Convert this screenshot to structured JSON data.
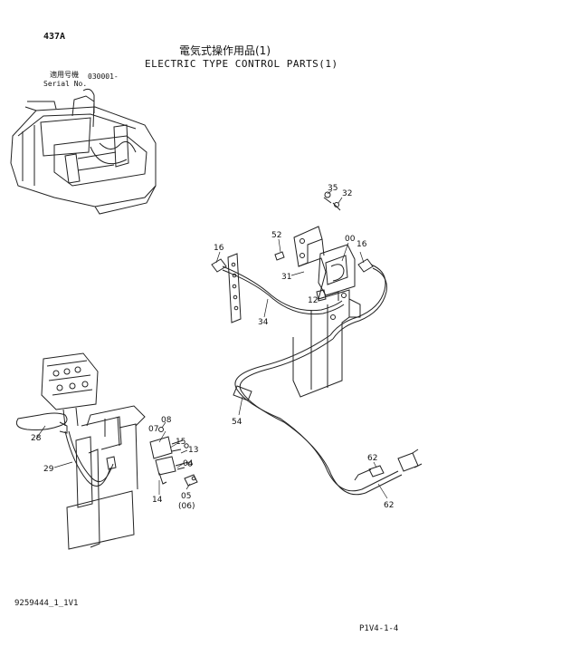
{
  "header": {
    "page_code": "437A",
    "title_jp": "電気式操作用品(1)",
    "title_en": "ELECTRIC TYPE CONTROL PARTS(1)",
    "serial_label_jp": "適用号機",
    "serial_label_en": "Serial No.",
    "serial_value": "030001-"
  },
  "part_labels": {
    "p35": "35",
    "p32": "32",
    "p52": "52",
    "p00": "00",
    "p16a": "16",
    "p16b": "16",
    "p31": "31",
    "p12": "12",
    "p34": "34",
    "p54": "54",
    "p08": "08",
    "p07": "07",
    "p15": "15",
    "p13": "13",
    "p04": "04",
    "p28": "28",
    "p29": "29",
    "p14": "14",
    "p05": "05",
    "p06": "(06)",
    "p62a": "62",
    "p62b": "62"
  },
  "footer": {
    "doc_number": "9259444_1_1V1",
    "page_ref": "P1V4-1-4"
  }
}
